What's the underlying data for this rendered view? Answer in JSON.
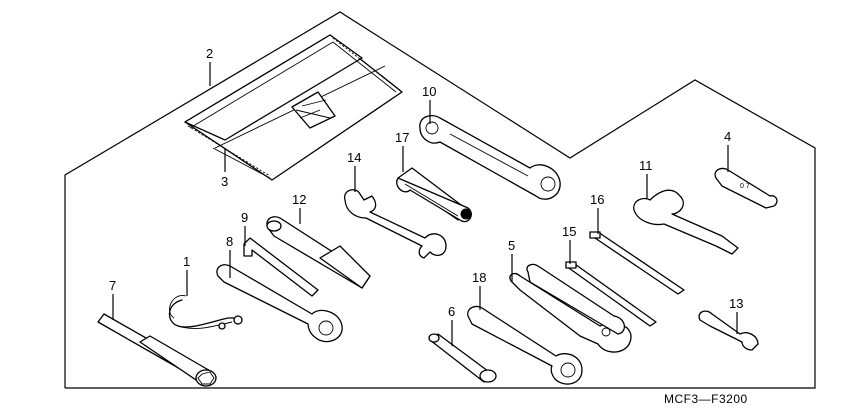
{
  "callouts": [
    {
      "id": "p1",
      "label": "1"
    },
    {
      "id": "p2",
      "label": "2"
    },
    {
      "id": "p3",
      "label": "3"
    },
    {
      "id": "p4",
      "label": "4"
    },
    {
      "id": "p5",
      "label": "5"
    },
    {
      "id": "p6",
      "label": "6"
    },
    {
      "id": "p7",
      "label": "7"
    },
    {
      "id": "p8",
      "label": "8"
    },
    {
      "id": "p9",
      "label": "9"
    },
    {
      "id": "p10",
      "label": "10"
    },
    {
      "id": "p11",
      "label": "11"
    },
    {
      "id": "p12",
      "label": "12"
    },
    {
      "id": "p13",
      "label": "13"
    },
    {
      "id": "p14",
      "label": "14"
    },
    {
      "id": "p15",
      "label": "15"
    },
    {
      "id": "p16",
      "label": "16"
    },
    {
      "id": "p17",
      "label": "17"
    },
    {
      "id": "p18",
      "label": "18"
    }
  ],
  "diagram_code": "MCF3—F3200"
}
